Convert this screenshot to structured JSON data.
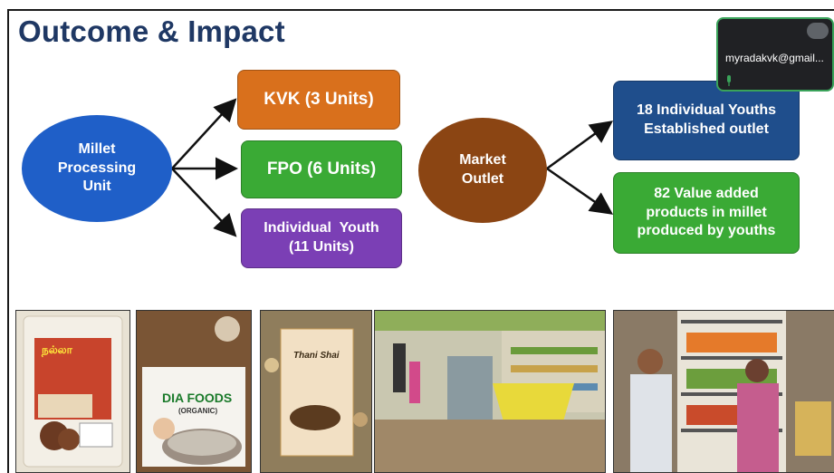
{
  "slide": {
    "title": "Outcome & Impact"
  },
  "diagram": {
    "source_node": {
      "label": "Millet Processing Unit",
      "color": "#1f5fc8"
    },
    "units": [
      {
        "label": "KVK (3 Units)",
        "color": "#d9701c"
      },
      {
        "label": "FPO (6 Units)",
        "color": "#3aaa35"
      },
      {
        "label": "Individual  Youth (11 Units)",
        "color": "#7b3fb5"
      }
    ],
    "market_node": {
      "label": "Market Outlet",
      "color": "#8b4513"
    },
    "outcomes": [
      {
        "label": "18 Individual Youths Established outlet",
        "color": "#1f4e8c"
      },
      {
        "label": "82 Value added products in millet produced by youths",
        "color": "#3aaa35"
      }
    ]
  },
  "photos": [
    {
      "name": "millet-flour-packet-photo",
      "caption_text": "நல்லா"
    },
    {
      "name": "dia-foods-packet-photo",
      "caption_text": "DIA FOODS",
      "sub_text": "(ORGANIC)"
    },
    {
      "name": "thani-packet-photo",
      "caption_text": "Thani Shai"
    },
    {
      "name": "millet-shop-interior-photo"
    },
    {
      "name": "millet-store-customers-photo"
    }
  ],
  "meeting_overlay": {
    "email": "myradakvk@gmail..."
  }
}
